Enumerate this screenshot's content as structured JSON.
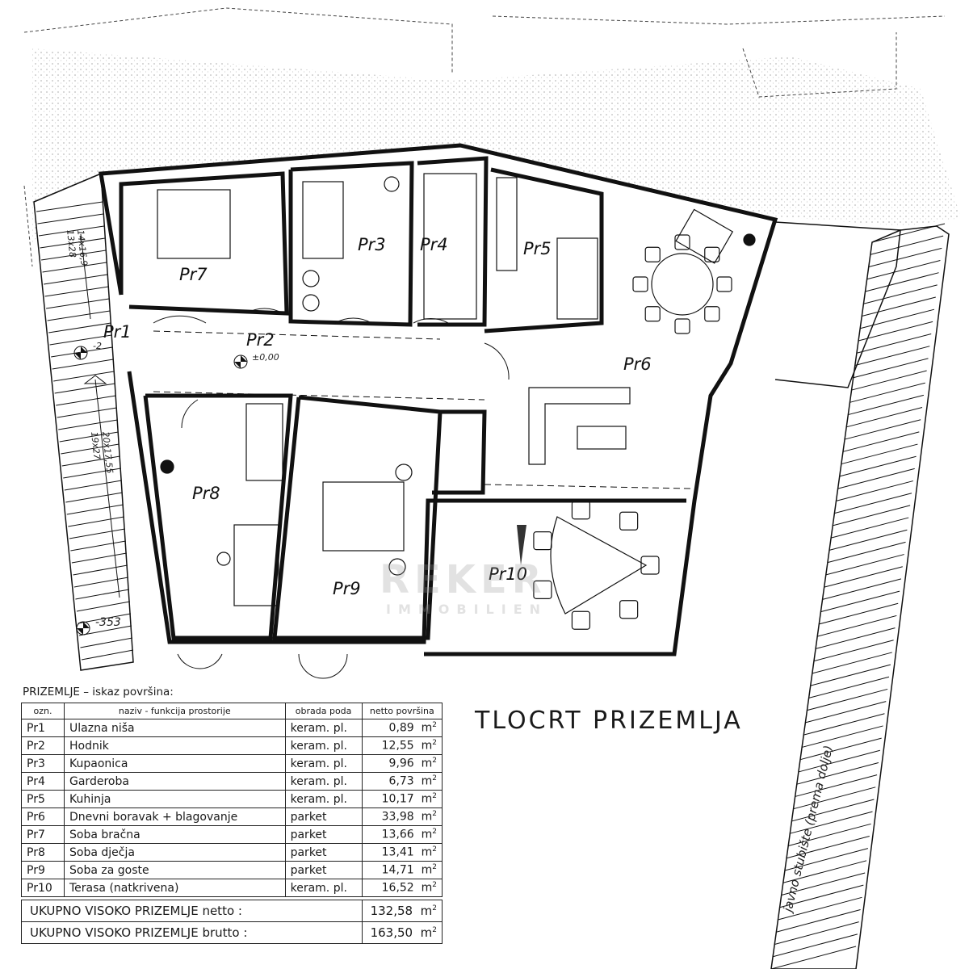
{
  "plan": {
    "title": "TLOCRT PRIZEMLJA",
    "rooms": [
      "Pr1",
      "Pr2",
      "Pr3",
      "Pr4",
      "Pr5",
      "Pr6",
      "Pr7",
      "Pr8",
      "Pr9",
      "Pr10"
    ],
    "elevations": {
      "entry": "-2",
      "hall": "±0,00",
      "stair_bottom": "-353"
    },
    "stairs": {
      "upper_1": "14x16,9",
      "upper_2": "13x28",
      "lower_1": "20x17,55",
      "lower_2": "19x27",
      "public": "javno stubište (prema dolje)"
    },
    "watermark": {
      "brand": "REKER",
      "sub": "IMMOBILIEN"
    }
  },
  "table": {
    "caption": "PRIZEMLJE  – iskaz površina:",
    "headers": [
      "ozn.",
      "naziv - funkcija prostorije",
      "obrada poda",
      "netto površina"
    ],
    "unit": "m",
    "unit_sup": "2",
    "rows": [
      {
        "code": "Pr1",
        "name": "Ulazna niša",
        "floor": "keram. pl.",
        "area": "0,89"
      },
      {
        "code": "Pr2",
        "name": "Hodnik",
        "floor": "keram. pl.",
        "area": "12,55"
      },
      {
        "code": "Pr3",
        "name": "Kupaonica",
        "floor": "keram. pl.",
        "area": "9,96"
      },
      {
        "code": "Pr4",
        "name": "Garderoba",
        "floor": "keram. pl.",
        "area": "6,73"
      },
      {
        "code": "Pr5",
        "name": "Kuhinja",
        "floor": "keram. pl.",
        "area": "10,17"
      },
      {
        "code": "Pr6",
        "name": "Dnevni boravak + blagovanje",
        "floor": "parket",
        "area": "33,98"
      },
      {
        "code": "Pr7",
        "name": "Soba bračna",
        "floor": "parket",
        "area": "13,66"
      },
      {
        "code": "Pr8",
        "name": "Soba dječja",
        "floor": "parket",
        "area": "13,41"
      },
      {
        "code": "Pr9",
        "name": "Soba za goste",
        "floor": "parket",
        "area": "14,71"
      },
      {
        "code": "Pr10",
        "name": "Terasa (natkrivena)",
        "floor": "keram. pl.",
        "area": "16,52"
      }
    ],
    "totals": [
      {
        "label": "UKUPNO VISOKO PRIZEMLJE netto :",
        "area": "132,58"
      },
      {
        "label": "UKUPNO VISOKO PRIZEMLJE brutto :",
        "area": "163,50"
      }
    ]
  }
}
